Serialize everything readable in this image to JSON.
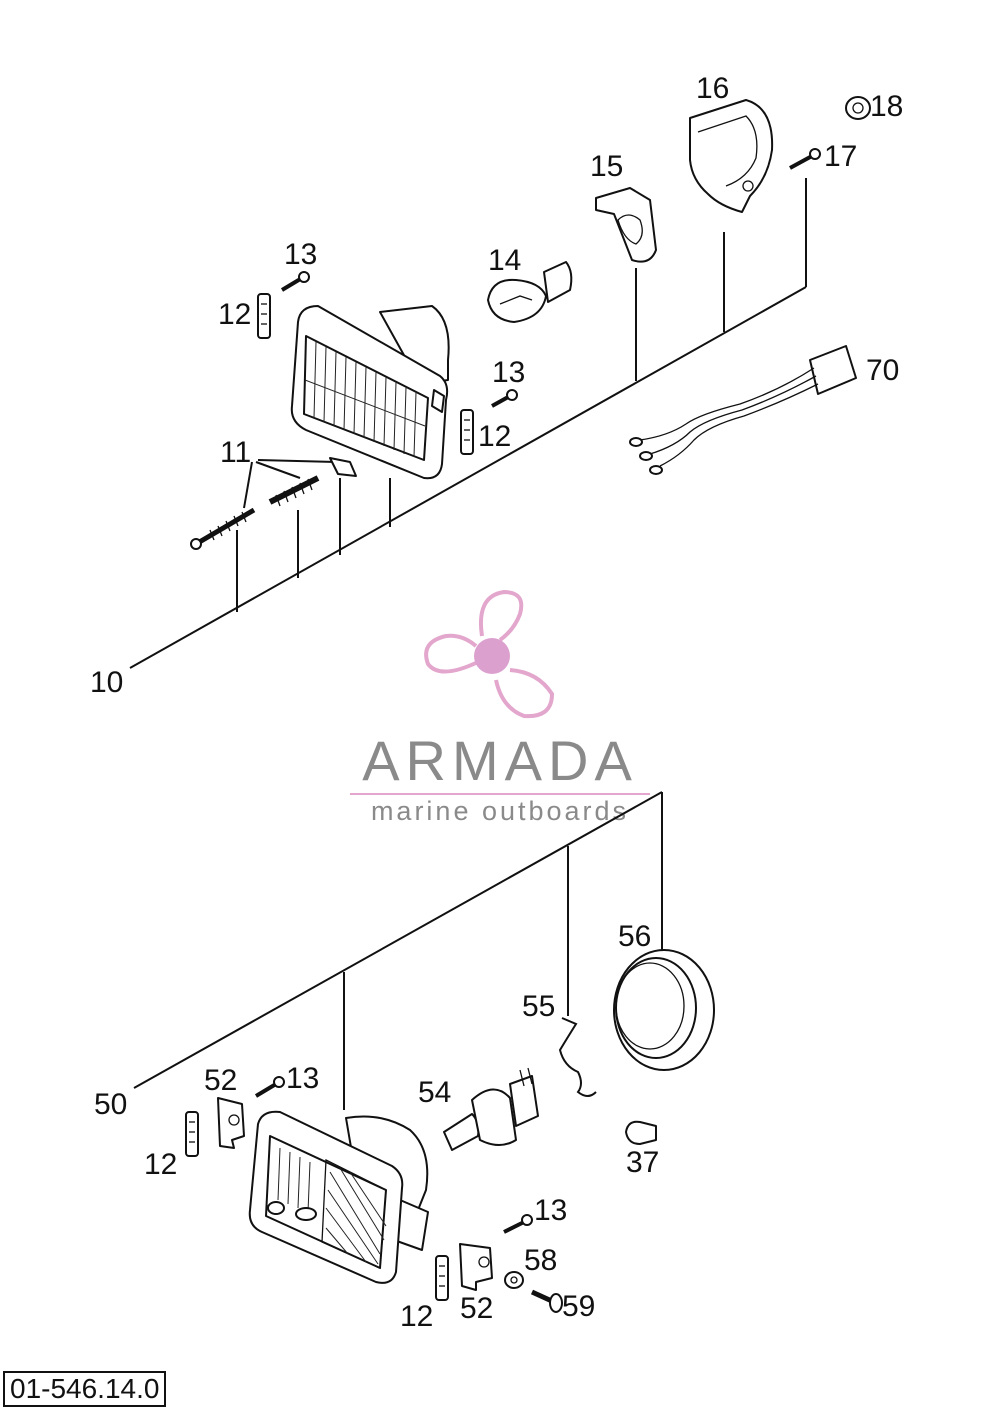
{
  "diagram": {
    "callouts": {
      "c10": "10",
      "c11": "11",
      "c12a": "12",
      "c12b": "12",
      "c12c": "12",
      "c12d": "12",
      "c13a": "13",
      "c13b": "13",
      "c13c": "13",
      "c13d": "13",
      "c14": "14",
      "c15": "15",
      "c16": "16",
      "c17": "17",
      "c18": "18",
      "c70": "70",
      "c50": "50",
      "c52a": "52",
      "c52b": "52",
      "c54": "54",
      "c55": "55",
      "c56": "56",
      "c37": "37",
      "c58": "58",
      "c59": "59"
    }
  },
  "watermark": {
    "name": "ARMADA",
    "tagline": "marine outboards",
    "colors": {
      "propeller": "#e3a6cc",
      "hub": "#dca0cf",
      "text": "#8a8a8a"
    }
  },
  "footer": {
    "drawing_code": "01-546.14.0"
  }
}
